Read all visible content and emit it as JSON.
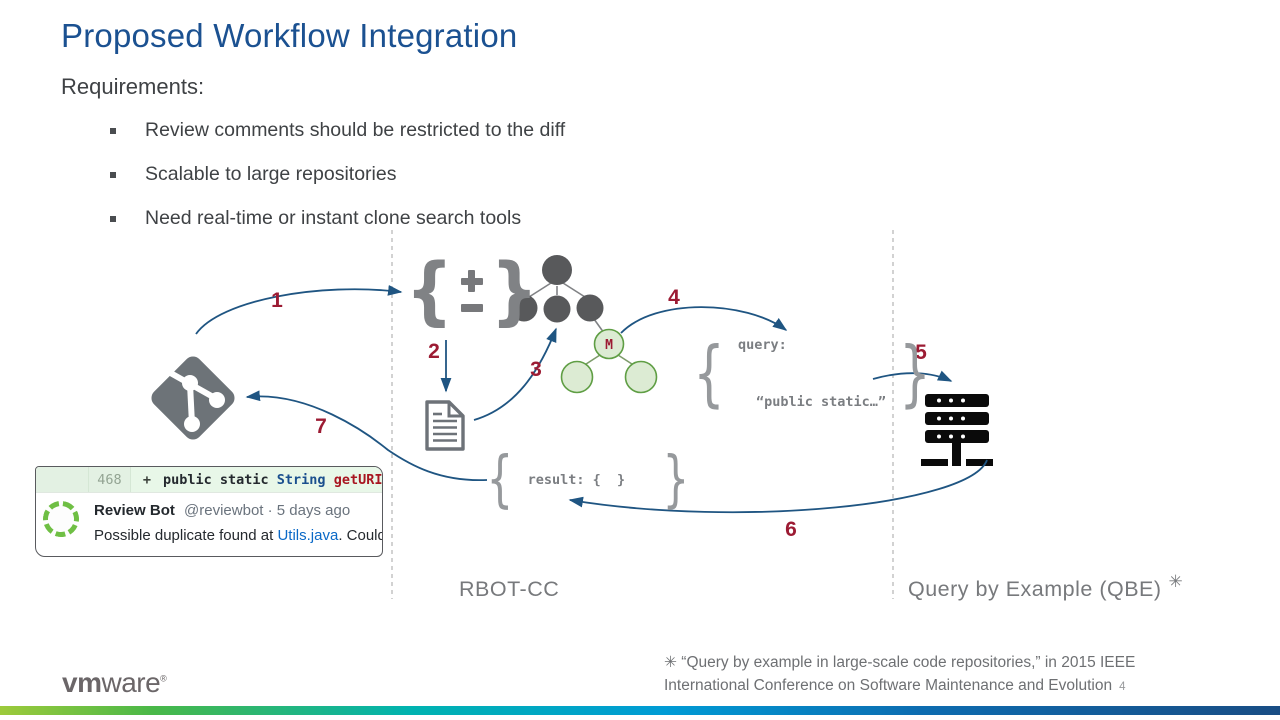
{
  "slide": {
    "title": "Proposed Workflow Integration",
    "requirements_heading": "Requirements:",
    "bullets": [
      "Review comments should be restricted to the diff",
      "Scalable to large repositories",
      "Need real-time or instant clone search tools"
    ]
  },
  "diagram": {
    "step_labels": [
      "1",
      "2",
      "3",
      "4",
      "5",
      "6",
      "7"
    ],
    "m_node_label": "M",
    "query_block": {
      "line1": "query:",
      "line2": "“public static…”"
    },
    "result_block": {
      "text": "result: {  }"
    },
    "region_labels": {
      "left": "RBOT-CC",
      "right": "Query by Example (QBE)",
      "right_superscript": "✳"
    }
  },
  "review_card": {
    "line_number": "468",
    "diff_sign": "+",
    "code": {
      "keyword": "public static ",
      "type": "String",
      "method": " getURI"
    },
    "author": "Review Bot",
    "meta": "@reviewbot · 5 days ago",
    "comment_prefix": "Possible duplicate found at ",
    "comment_link": "Utils.java",
    "comment_suffix": ". Could"
  },
  "footer": {
    "citation_line1": "✳ “Query by example in large-scale code repositories,” in 2015 IEEE",
    "citation_line2": "International Conference on Software Maintenance and Evolution",
    "page_number": "4",
    "logo_vm": "vm",
    "logo_ware": "ware",
    "logo_reg": "®"
  },
  "icons": {
    "brace_left": "{",
    "brace_right": "}"
  },
  "colors": {
    "title_blue": "#1b5191",
    "arrow_blue": "#1f5582",
    "step_number_maroon": "#9c1b33",
    "icon_gray": "#6d7378",
    "tree_node_gray": "#58595b",
    "node_green_fill": "#dcebd3",
    "node_green_border": "#5f9e44",
    "diff_add_background": "#e8f7e8",
    "link_blue": "#0a69c7",
    "brand_green": "#9dca3b",
    "brand_blue": "#194d84"
  }
}
